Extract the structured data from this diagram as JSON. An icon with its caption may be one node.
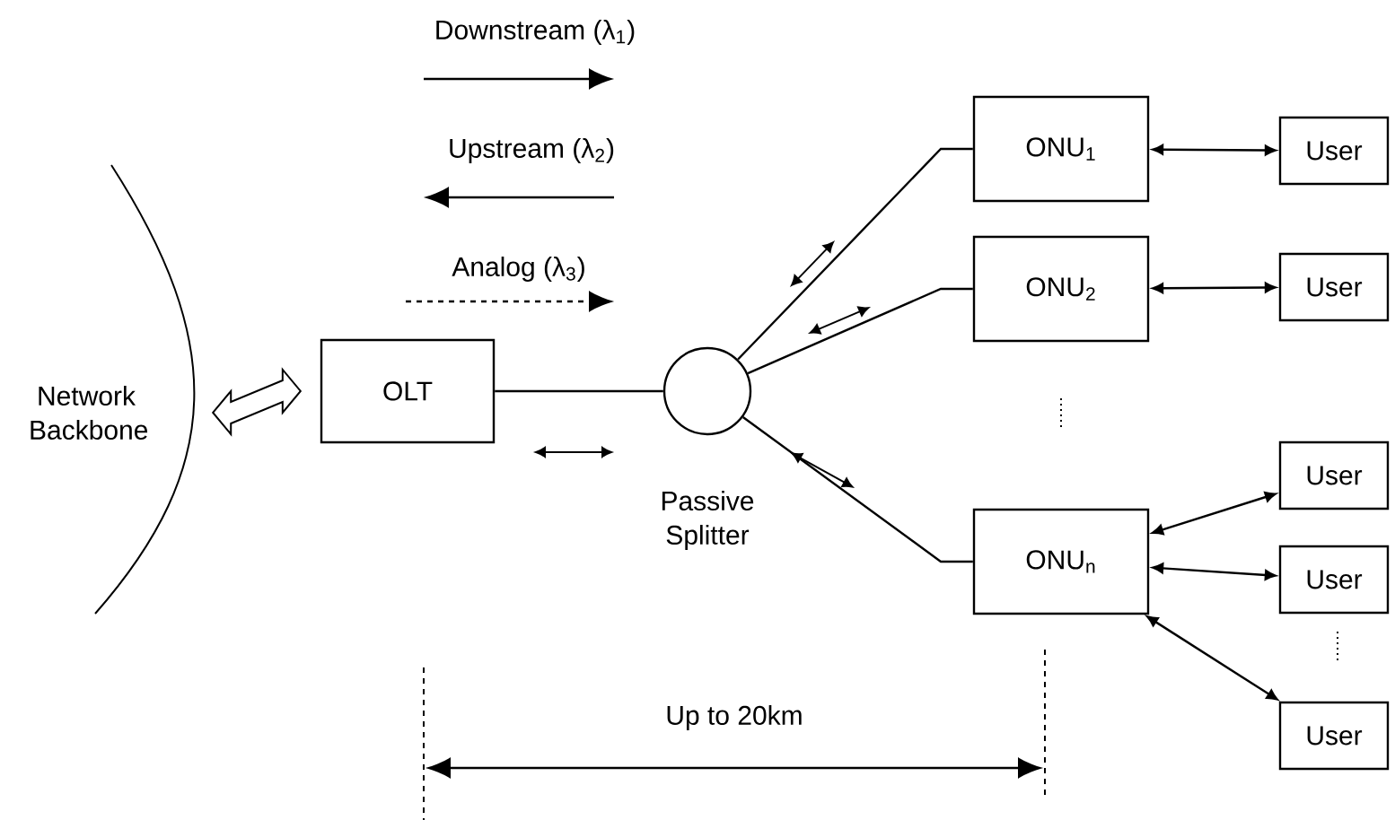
{
  "diagram": {
    "nodes": [
      {
        "text": [
          "Network Backbone"
        ]
      },
      {
        "text": [
          "OLT"
        ]
      },
      {
        "text": [
          "Passive Splitter"
        ]
      },
      {
        "text": [
          "ONU$_{1}$"
        ]
      },
      {
        "text": [
          "ONU$_{2}$"
        ]
      },
      {
        "text": [
          "ONU$_{n}$"
        ]
      },
      {
        "text": [
          "User"
        ]
      },
      {
        "text": [
          "User"
        ]
      },
      {
        "text": [
          "User"
        ]
      },
      {
        "text": [
          "User"
        ]
      },
      {
        "text": [
          "User"
        ]
      }
    ],
    "edges": [
      {
        "from": 0,
        "to": 1,
        "arrow": "both",
        "style": "thick"
      },
      {
        "from": 1,
        "to": 2,
        "arrow": "none"
      },
      {
        "from": 2,
        "to": 3,
        "arrow": "none"
      },
      {
        "from": 2,
        "to": 4,
        "arrow": "none"
      },
      {
        "from": 2,
        "to": 5,
        "arrow": "none"
      },
      {
        "from": 3,
        "to": 6,
        "arrow": "both"
      },
      {
        "from": 4,
        "to": 7,
        "arrow": "both"
      },
      {
        "from": 5,
        "to": 8,
        "arrow": "both"
      },
      {
        "from": 5,
        "to": 9,
        "arrow": "both"
      },
      {
        "from": 5,
        "to": 10,
        "arrow": "both"
      }
    ],
    "labels": [
      "Up to 20km"
    ],
    "legend": [
      {
        "text": "Downstream (λ$_{1}$)"
      },
      {
        "text": "Upstream (λ$_{2}$)"
      },
      {
        "text": "Analog (λ$_{3}$)"
      }
    ]
  }
}
